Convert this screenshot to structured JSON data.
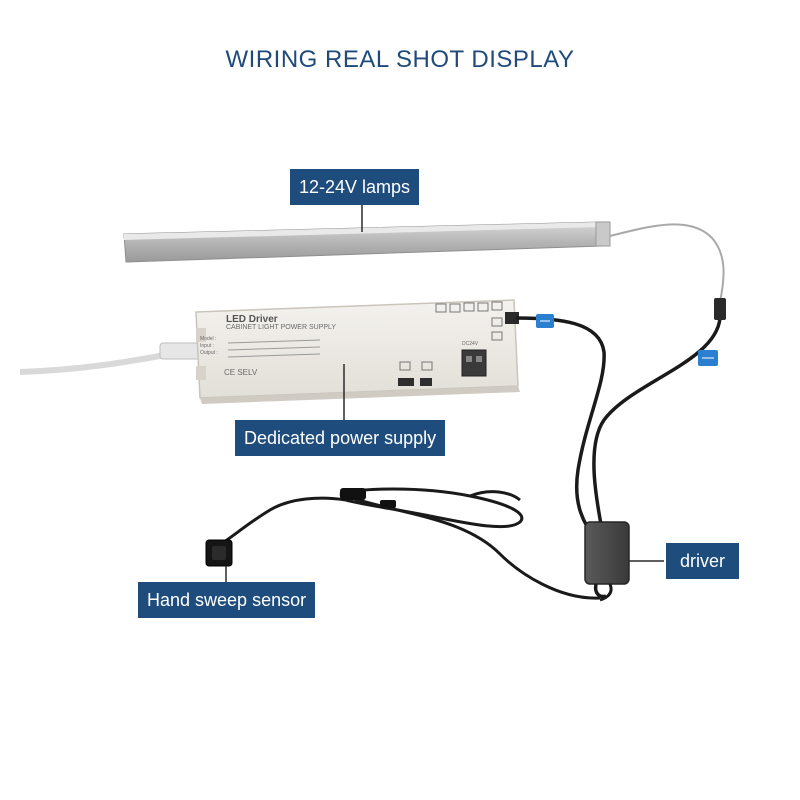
{
  "title": "WIRING REAL SHOT DISPLAY",
  "labels": {
    "lamps": "12-24V lamps",
    "power_supply": "Dedicated power supply",
    "driver": "driver",
    "sensor": "Hand sweep sensor"
  },
  "device": {
    "brand": "LED Driver",
    "subtitle": "CABINET LIGHT POWER SUPPLY",
    "spec_model": "Model :",
    "spec_input": "Input :",
    "spec_output": "Output :",
    "cert_marks": "CE SELV",
    "terminal_label": "DC24V"
  },
  "colors": {
    "accent": "#1e4d7d",
    "title": "#1f4a7a"
  }
}
